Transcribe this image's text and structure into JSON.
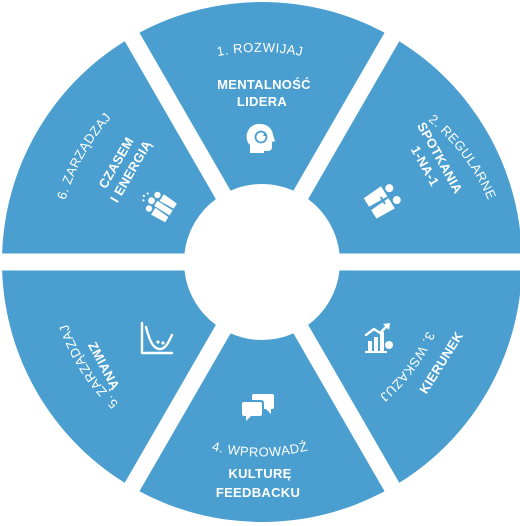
{
  "diagram": {
    "accent_color": "#4a9fd0",
    "background_color": "#ffffff",
    "segments": [
      {
        "number_title": "1. ROZWIJAJ",
        "bold_lines": [
          "MENTALNOŚĆ",
          "LIDERA"
        ],
        "icon": "head-refresh-icon"
      },
      {
        "number_title": "2. REGULARNE",
        "bold_lines": [
          "SPOTKANIA",
          "1-NA-1"
        ],
        "icon": "two-people-icon"
      },
      {
        "number_title": "3. WSKAZUJ",
        "bold_lines": [
          "KIERUNEK"
        ],
        "icon": "growth-chart-icon"
      },
      {
        "number_title": "4. WPROWADŹ",
        "bold_lines": [
          "KULTURĘ",
          "FEEDBACKU"
        ],
        "icon": "chat-bubbles-icon"
      },
      {
        "number_title": "5. ZARZĄDZAJ",
        "bold_lines": [
          "ZMIANĄ"
        ],
        "icon": "change-curve-icon"
      },
      {
        "number_title": "6. ZARZĄDZAJ",
        "bold_lines": [
          "CZASEM",
          "I ENERGIĄ"
        ],
        "icon": "team-energy-icon"
      }
    ]
  }
}
